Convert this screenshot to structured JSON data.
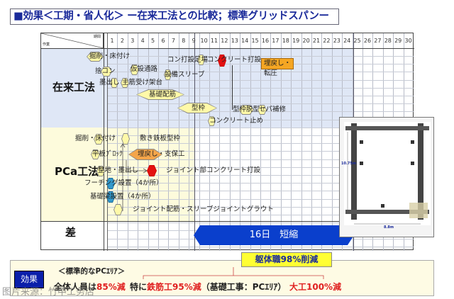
{
  "title": "■効果＜工期・省人化＞ ー在来工法との比較；標準グリッドスパンー",
  "header": {
    "period": "期間",
    "task": "作業",
    "days": [
      "1",
      "2",
      "3",
      "4",
      "5",
      "6",
      "7",
      "8",
      "9",
      "10",
      "11",
      "12",
      "13",
      "14",
      "15",
      "16",
      "17",
      "18",
      "19",
      "20",
      "21",
      "22",
      "23",
      "24",
      "25",
      "26",
      "27",
      "28",
      "29",
      "30"
    ]
  },
  "rows": {
    "conventional": "在来工法",
    "pca": "PCa工法",
    "difference": "差"
  },
  "conventional_tasks": {
    "excavation": "掘削・床付け",
    "leveling_concrete": "捨コン",
    "temp_path": "仮設通路",
    "marking": "墨出し",
    "rebar_support": "主筋受け架台",
    "foundation_rebar": "基礎配筋",
    "formwork": "型枠",
    "scaffold": "コン打設足場",
    "sleeve": "設備スリーブ",
    "concrete_pour": "コンクリート打設",
    "backfill": "埋戻し・転圧",
    "form_removal": "型枠脱型",
    "separator_repair": "セパ補修",
    "concrete_stop": "コンクリート止め"
  },
  "pca_tasks": {
    "excavation": "掘削・床付け",
    "steel_plate_form": "敷き鉄板型枠",
    "flat_block": "平板ﾌﾞﾛｯｸ",
    "backfill_shoring": "埋戻し・支保工",
    "grading_marking": "整地・墨出し",
    "joint_concrete": "ジョイント部コンクリート打設",
    "footing": "フーチング設置（4か所）",
    "foundation_beam": "基礎梁設置（4か所）",
    "joint_rebar": "ジョイント配筋・スリーブジョイントグラウト"
  },
  "difference": "16日　短縮",
  "inset": {
    "height_label": "10.75m",
    "width_label": "8.8m"
  },
  "effects": {
    "badge": "効果",
    "callout": "躯体職98%削減",
    "subtitle": "＜標準的なPCｴﾘｱ＞",
    "total_prefix": "全体人員は",
    "total_value": "85%減",
    "rebar_prefix": "特に",
    "rebar_value": "鉄筋工95%減",
    "rebar_note": "（基礎工事：PCｴﾘｱ）",
    "carpenter_value": "大工100%減"
  },
  "watermark": "图片来源：竹中工务店",
  "colors": {
    "title": "#1a2a9a",
    "arrow": "#0a3fcc",
    "highlight": "#e02020"
  }
}
